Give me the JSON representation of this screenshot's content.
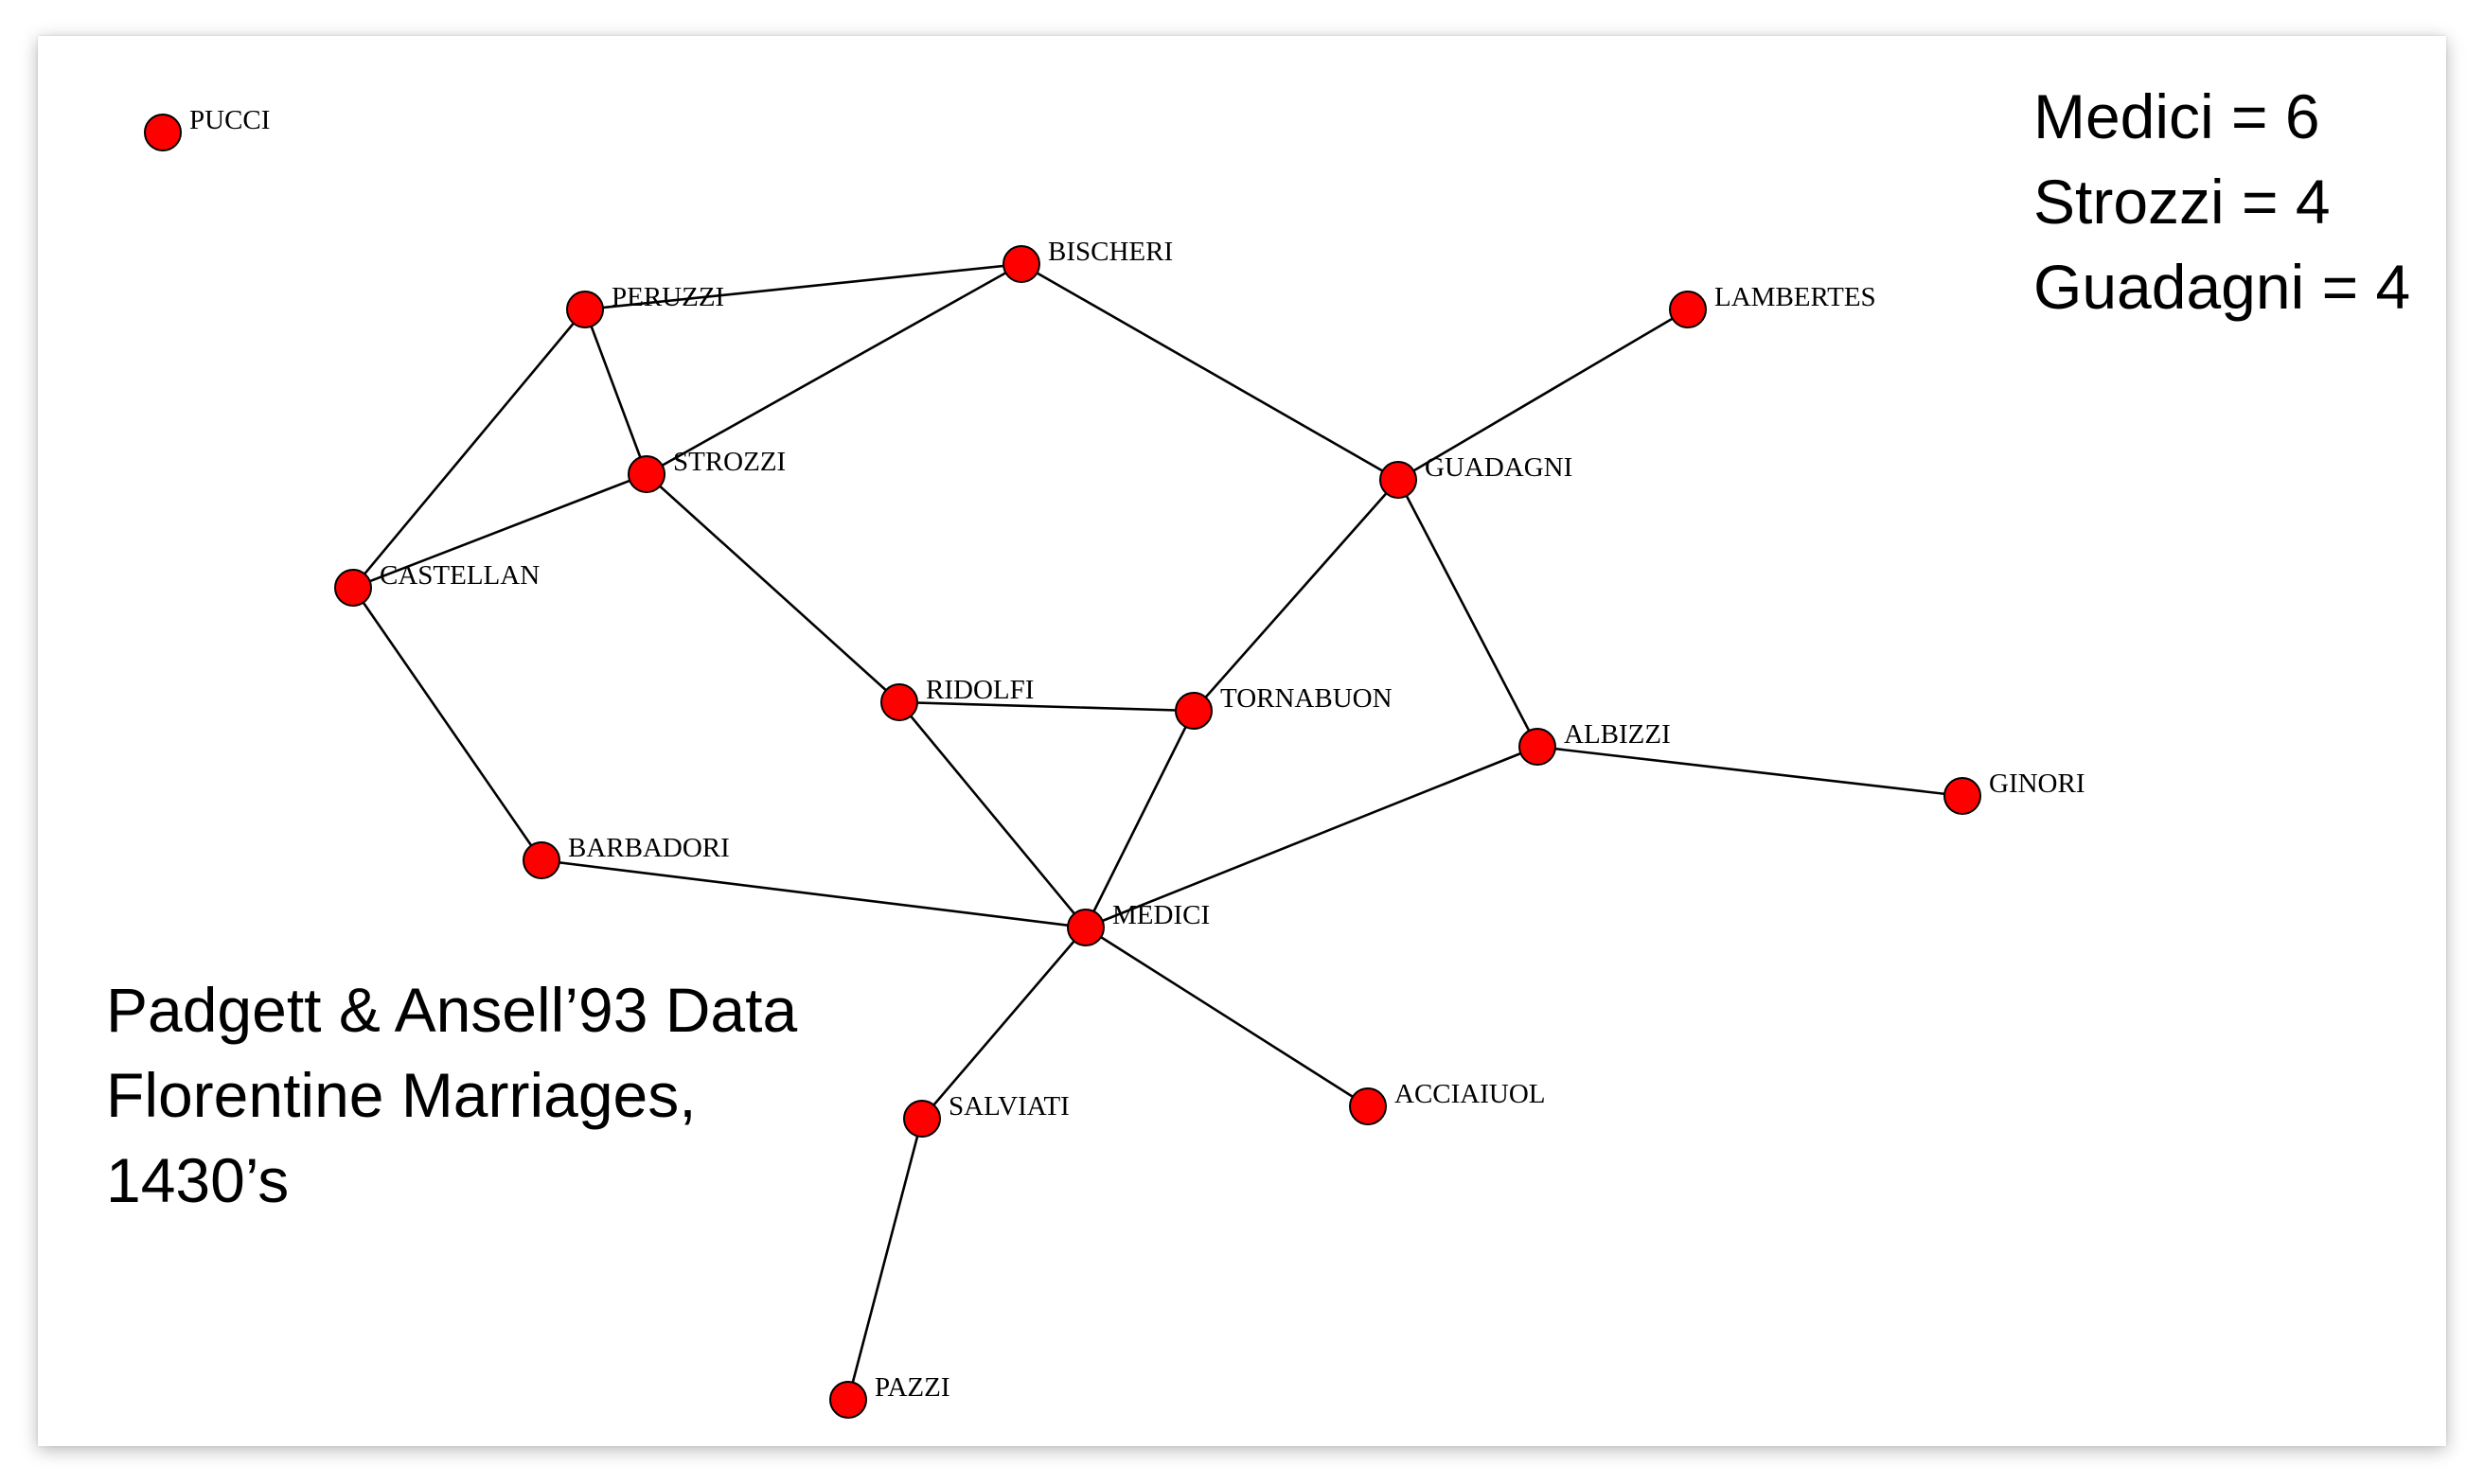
{
  "colors": {
    "node_fill": "#ff0000",
    "node_stroke": "#000000",
    "edge": "#000000"
  },
  "stats": [
    "Medici = 6",
    "Strozzi = 4",
    "Guadagni = 4"
  ],
  "caption": [
    "Padgett & Ansell’93 Data",
    "Florentine Marriages,",
    "1430’s"
  ],
  "nodes": [
    {
      "id": "PUCCI",
      "label": "PUCCI"
    },
    {
      "id": "PERUZZI",
      "label": "PERUZZI"
    },
    {
      "id": "BISCHERI",
      "label": "BISCHERI"
    },
    {
      "id": "LAMBERTES",
      "label": "LAMBERTES"
    },
    {
      "id": "STROZZI",
      "label": "STROZZI"
    },
    {
      "id": "GUADAGNI",
      "label": "GUADAGNI"
    },
    {
      "id": "CASTELLAN",
      "label": "CASTELLAN"
    },
    {
      "id": "RIDOLFI",
      "label": "RIDOLFI"
    },
    {
      "id": "TORNABUON",
      "label": "TORNABUON"
    },
    {
      "id": "ALBIZZI",
      "label": "ALBIZZI"
    },
    {
      "id": "GINORI",
      "label": "GINORI"
    },
    {
      "id": "BARBADORI",
      "label": "BARBADORI"
    },
    {
      "id": "MEDICI",
      "label": "MEDICI"
    },
    {
      "id": "SALVIATI",
      "label": "SALVIATI"
    },
    {
      "id": "ACCIAIUOL",
      "label": "ACCIAIUOL"
    },
    {
      "id": "PAZZI",
      "label": "PAZZI"
    }
  ],
  "edges": [
    [
      "PERUZZI",
      "BISCHERI"
    ],
    [
      "PERUZZI",
      "STROZZI"
    ],
    [
      "PERUZZI",
      "CASTELLAN"
    ],
    [
      "BISCHERI",
      "STROZZI"
    ],
    [
      "BISCHERI",
      "GUADAGNI"
    ],
    [
      "LAMBERTES",
      "GUADAGNI"
    ],
    [
      "STROZZI",
      "CASTELLAN"
    ],
    [
      "STROZZI",
      "RIDOLFI"
    ],
    [
      "GUADAGNI",
      "TORNABUON"
    ],
    [
      "GUADAGNI",
      "ALBIZZI"
    ],
    [
      "CASTELLAN",
      "BARBADORI"
    ],
    [
      "RIDOLFI",
      "TORNABUON"
    ],
    [
      "RIDOLFI",
      "MEDICI"
    ],
    [
      "TORNABUON",
      "MEDICI"
    ],
    [
      "ALBIZZI",
      "GINORI"
    ],
    [
      "ALBIZZI",
      "MEDICI"
    ],
    [
      "BARBADORI",
      "MEDICI"
    ],
    [
      "MEDICI",
      "SALVIATI"
    ],
    [
      "MEDICI",
      "ACCIAIUOL"
    ],
    [
      "SALVIATI",
      "PAZZI"
    ]
  ]
}
